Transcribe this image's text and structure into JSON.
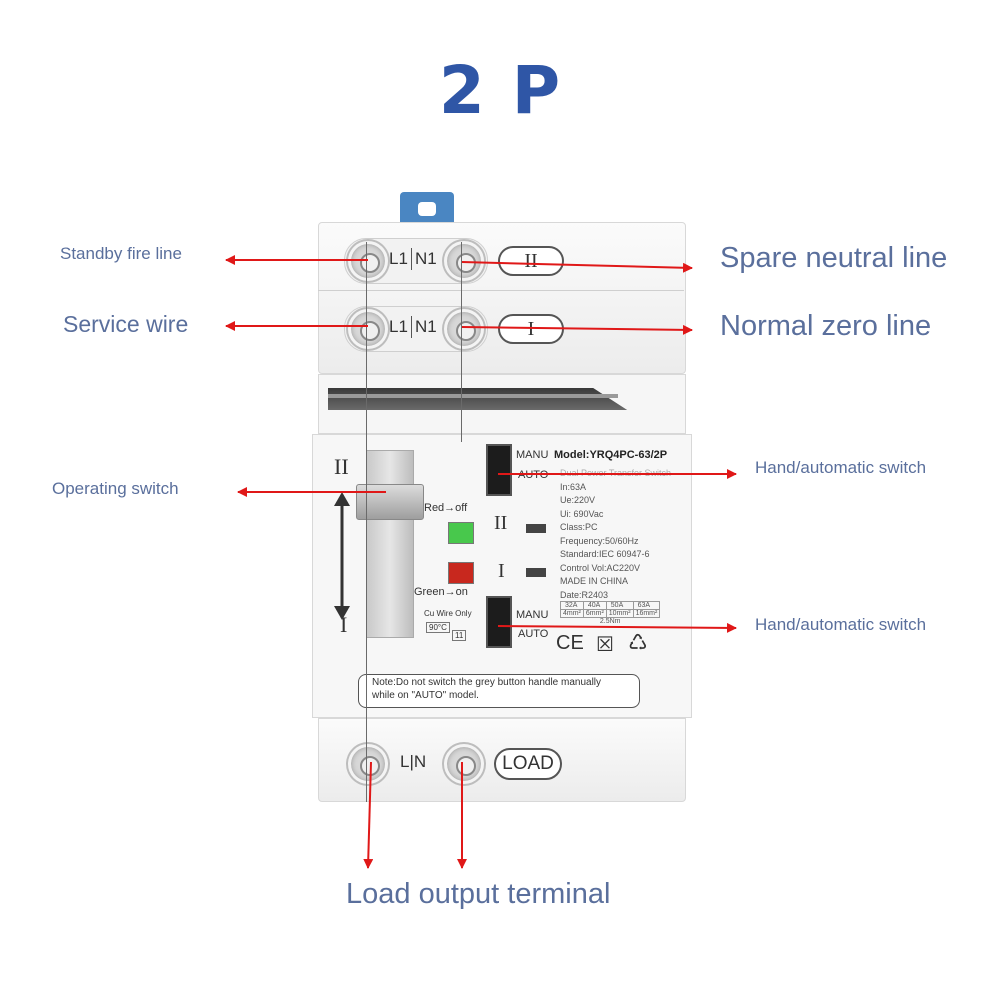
{
  "title": "2 P",
  "callouts": {
    "standby_fire_line": "Standby fire line",
    "spare_neutral_line": "Spare neutral line",
    "service_wire": "Service wire",
    "normal_zero_line": "Normal zero line",
    "operating_switch": "Operating switch",
    "hand_auto_switch_top": "Hand/automatic switch",
    "hand_auto_switch_bottom": "Hand/automatic switch",
    "load_output_terminal": "Load output terminal"
  },
  "device": {
    "row1": {
      "l1": "L1",
      "n1": "N1",
      "marker": "II"
    },
    "row2": {
      "l1": "L1",
      "n1": "N1",
      "marker": "I"
    },
    "lever_top": "II",
    "lever_bottom": "I",
    "red_off": "Red→off",
    "green_on": "Green→on",
    "cu_wire": "Cu Wire Only",
    "temp": "90°C",
    "temp_value": "11",
    "manu_top": "MANU",
    "auto_top": "AUTO",
    "manu_bottom": "MANU",
    "auto_bottom": "AUTO",
    "ind_ii": "II",
    "ind_i": "I",
    "model": "Model:YRQ4PC-63/2P",
    "specs": [
      "Dual Power Transfer Switch",
      "In:63A",
      "Ue:220V",
      "Ui: 690Vac",
      "Class:PC",
      "Frequency:50/60Hz",
      "Standard:IEC 60947-6",
      "Control Vol:AC220V",
      "MADE IN CHINA",
      "Date:R2403"
    ],
    "rating_table": {
      "currents": [
        "32A",
        "40A",
        "50A",
        "63A"
      ],
      "sections": [
        "4mm²",
        "6mm²",
        "10mm²",
        "16mm²"
      ],
      "torque": "2.5Nm"
    },
    "cert_marks": [
      "CE",
      "☒",
      "♺"
    ],
    "note_line1": "Note:Do not switch the grey button handle manually",
    "note_line2": "while on \"AUTO\" model.",
    "load_ln": "L|N",
    "load_label": "LOAD"
  },
  "colors": {
    "title": "#2f56a6",
    "callout": "#5a6f9c",
    "arrow": "#e01818",
    "clip": "#3f7fbf"
  }
}
